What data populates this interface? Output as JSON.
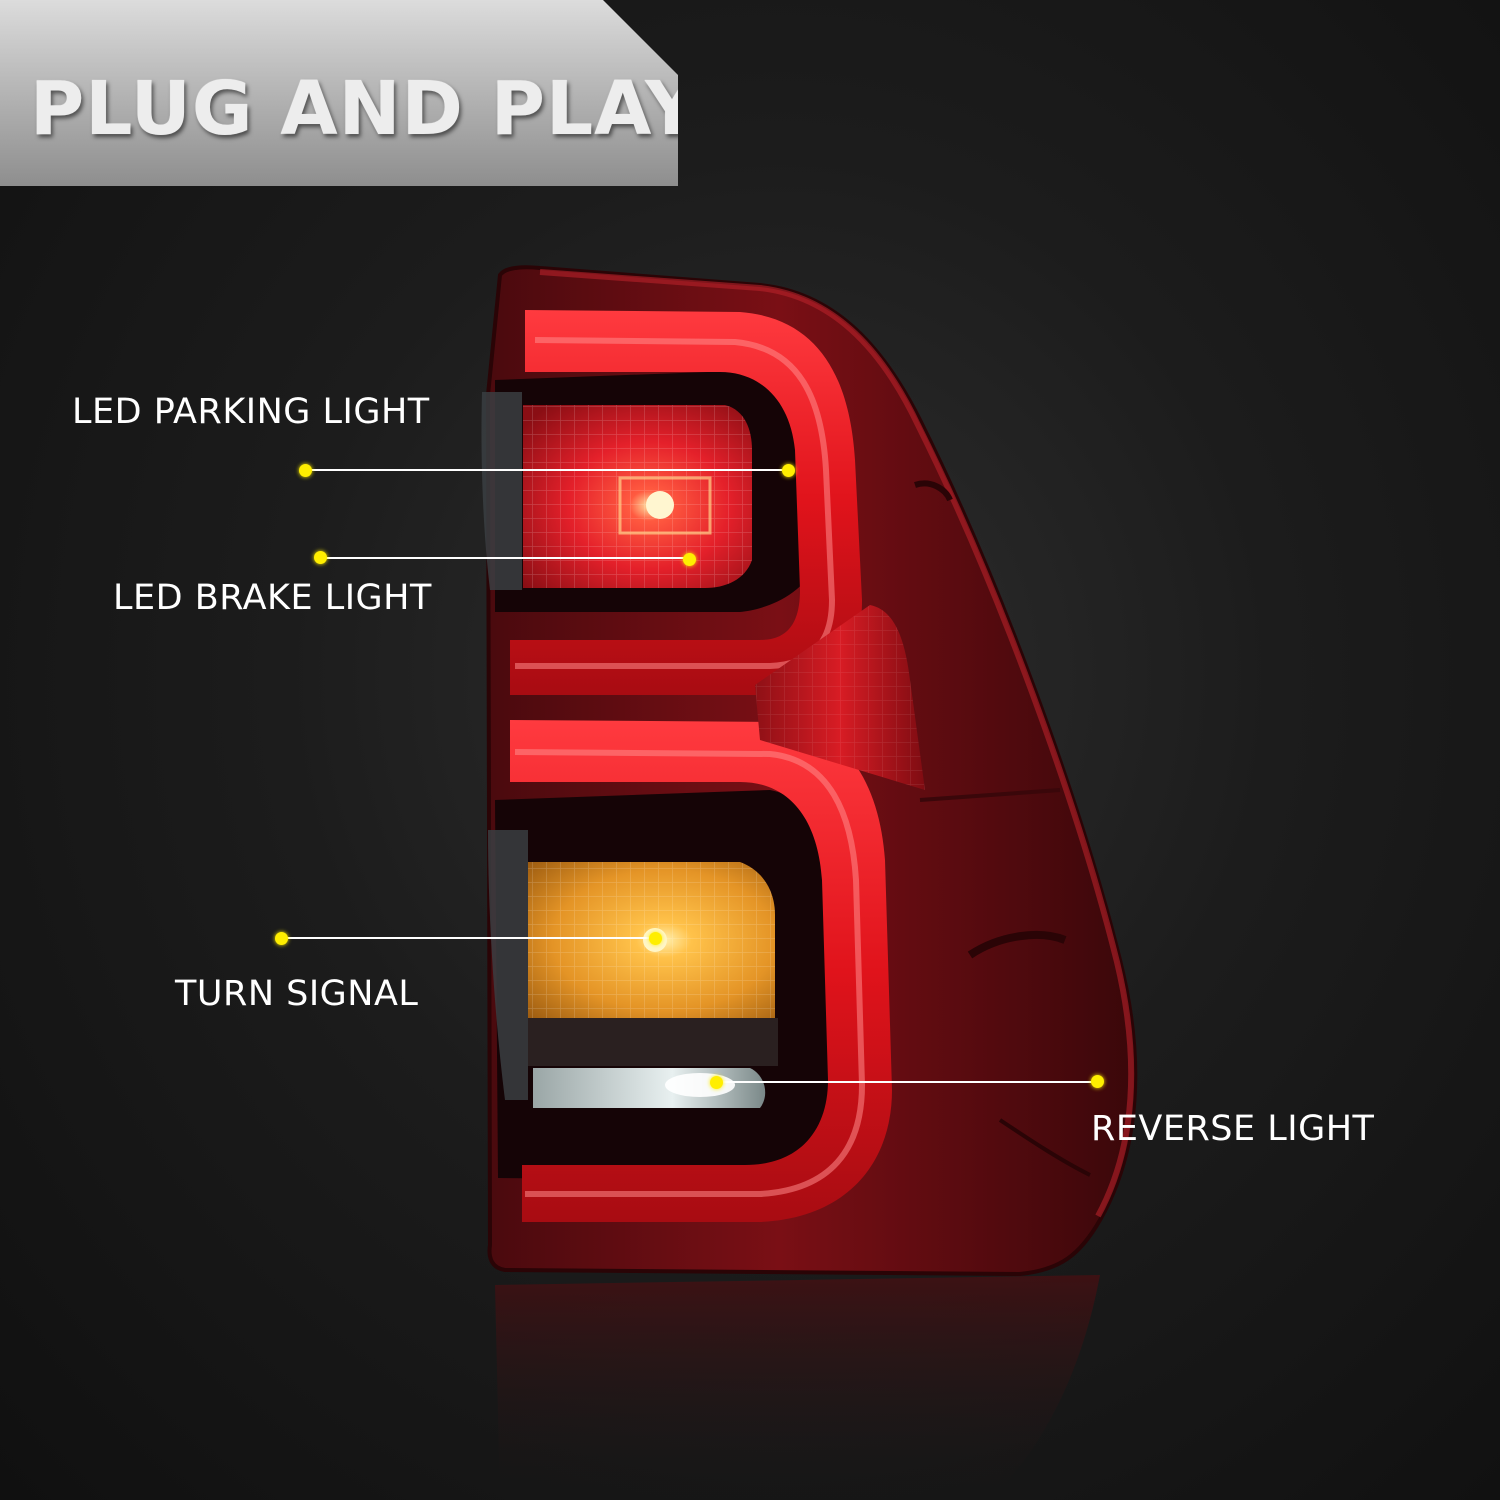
{
  "banner": {
    "title": "PLUG AND PLAY"
  },
  "callouts": {
    "parking": "LED PARKING LIGHT",
    "brake": "LED BRAKE LIGHT",
    "turn": "TURN SIGNAL",
    "reverse": "REVERSE LIGHT"
  },
  "colors": {
    "dot": "#ffee00",
    "line": "#ffffff",
    "lamp_red": "#e0131b",
    "amber": "#f0a020"
  },
  "icons": [
    "tail-light-image"
  ]
}
